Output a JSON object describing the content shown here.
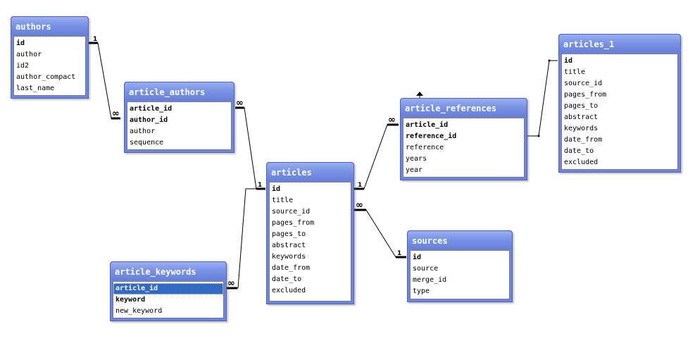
{
  "tables": {
    "authors": {
      "name": "authors",
      "fields": [
        {
          "name": "id",
          "key": true
        },
        {
          "name": "author",
          "key": false
        },
        {
          "name": "id2",
          "key": false
        },
        {
          "name": "author_compact",
          "key": false
        },
        {
          "name": "last_name",
          "key": false
        }
      ]
    },
    "article_authors": {
      "name": "article_authors",
      "fields": [
        {
          "name": "article_id",
          "key": true
        },
        {
          "name": "author_id",
          "key": true
        },
        {
          "name": "author",
          "key": false
        },
        {
          "name": "sequence",
          "key": false
        }
      ]
    },
    "articles": {
      "name": "articles",
      "fields": [
        {
          "name": "id",
          "key": true
        },
        {
          "name": "title",
          "key": false
        },
        {
          "name": "source_id",
          "key": false
        },
        {
          "name": "pages_from",
          "key": false
        },
        {
          "name": "pages_to",
          "key": false
        },
        {
          "name": "abstract",
          "key": false
        },
        {
          "name": "keywords",
          "key": false
        },
        {
          "name": "date_from",
          "key": false
        },
        {
          "name": "date_to",
          "key": false
        },
        {
          "name": "excluded",
          "key": false
        }
      ]
    },
    "article_keywords": {
      "name": "article_keywords",
      "fields": [
        {
          "name": "article_id",
          "key": true,
          "selected": true
        },
        {
          "name": "keyword",
          "key": true
        },
        {
          "name": "new_keyword",
          "key": false
        }
      ]
    },
    "article_references": {
      "name": "article_references",
      "fields": [
        {
          "name": "article_id",
          "key": true
        },
        {
          "name": "reference_id",
          "key": true
        },
        {
          "name": "reference",
          "key": false
        },
        {
          "name": "years",
          "key": false
        },
        {
          "name": "year",
          "key": false
        }
      ]
    },
    "articles_1": {
      "name": "articles_1",
      "fields": [
        {
          "name": "id",
          "key": true
        },
        {
          "name": "title",
          "key": false
        },
        {
          "name": "source_id",
          "key": false
        },
        {
          "name": "pages_from",
          "key": false
        },
        {
          "name": "pages_to",
          "key": false
        },
        {
          "name": "abstract",
          "key": false
        },
        {
          "name": "keywords",
          "key": false
        },
        {
          "name": "date_from",
          "key": false
        },
        {
          "name": "date_to",
          "key": false
        },
        {
          "name": "excluded",
          "key": false
        }
      ]
    },
    "sources": {
      "name": "sources",
      "fields": [
        {
          "name": "id",
          "key": true
        },
        {
          "name": "source",
          "key": false
        },
        {
          "name": "merge_id",
          "key": false
        },
        {
          "name": "type",
          "key": false
        }
      ]
    }
  },
  "relationships": [
    {
      "from": "authors",
      "from_end": "1",
      "to": "article_authors",
      "to_end": "∞"
    },
    {
      "from": "articles",
      "from_end": "1",
      "to": "article_authors",
      "to_end": "∞"
    },
    {
      "from": "articles",
      "from_end": "1",
      "to": "article_keywords",
      "to_end": "∞"
    },
    {
      "from": "articles",
      "from_end": "1",
      "to": "article_references",
      "to_end": "∞"
    },
    {
      "from": "sources",
      "from_end": "1",
      "to": "articles",
      "to_end": "∞"
    },
    {
      "from": "articles_1",
      "from_end": "",
      "to": "article_references",
      "to_end": ""
    }
  ],
  "colors": {
    "title_bar": "#7a93e6",
    "title_text": "#ffffff",
    "selected_row": "#316ac5"
  },
  "icons": {
    "cursor": "resize-vertical-cursor-icon"
  }
}
